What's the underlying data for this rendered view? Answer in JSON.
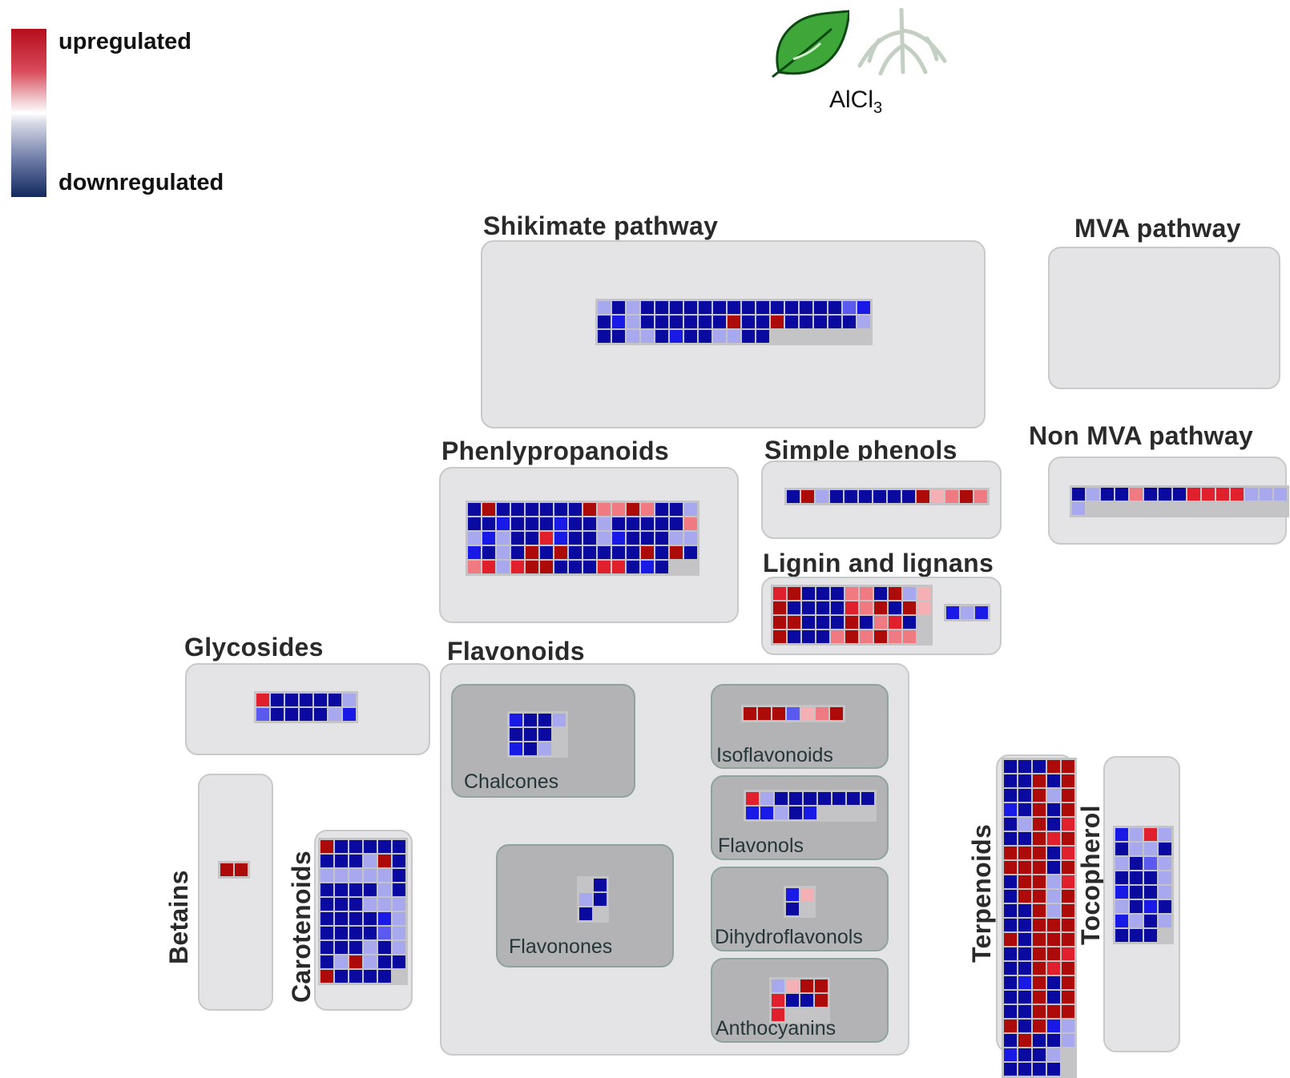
{
  "legend": {
    "up_label": "upregulated",
    "down_label": "downregulated"
  },
  "header": {
    "treatment": "AlCl",
    "treatment_sub": "3",
    "icons": [
      "leaf-icon",
      "root-icon"
    ]
  },
  "colors": {
    "D": "#0a0aa0",
    "B": "#1a1ae6",
    "M": "#5a5af0",
    "L": "#a8a8ee",
    "R": "#ad0a0a",
    "r": "#e0202c",
    "P": "#f07a82",
    "p": "#f4b0b4",
    "empty": "transparent"
  },
  "pathways": {
    "shikimate": {
      "title": "Shikimate pathway",
      "grid": [
        "LDLDDDDDDDDDDDDDDMB",
        "DBLDDDDDDRDDRDDDDDL",
        "DDLLDBDDLLDD......."
      ]
    },
    "mva": {
      "title": "MVA pathway"
    },
    "non_mva": {
      "title": "Non MVA pathway",
      "grid": [
        "DLDDPDDDrrrrLLL",
        "L.............."
      ]
    },
    "phenylpropanoids": {
      "title": "Phenlypropanoids",
      "grid": [
        "DRDDDDDDRPPRPDDL",
        "DDBDDDBDDLDDDDDP",
        "LBLDDrBDDLBDDDLL",
        "BDLDRDRDDDDDRDRD",
        "PrLrRRDDDrrDBD.."
      ]
    },
    "simple_phenols": {
      "title": "Simple phenols",
      "grid": [
        "DRLDDDDDDRpPRP"
      ]
    },
    "lignin": {
      "title": "Lignin and lignans",
      "grid": [
        "rRDDDPPDRLp",
        "RDDDDrPRDRp",
        "RRDDDRDPrD.",
        "RDDDPRPRPP."
      ],
      "grid2": [
        "BLB"
      ]
    },
    "glycosides": {
      "title": "Glycosides",
      "grid": [
        "rDDDDDL",
        "MDDDDLB"
      ]
    },
    "flavonoids": {
      "title": "Flavonoids",
      "chalcones": {
        "label": "Chalcones",
        "grid": [
          "BDDL",
          "DDD.",
          "BDL."
        ]
      },
      "isoflavonoids": {
        "label": "Isoflavonoids",
        "grid": [
          "RRRMpPR"
        ]
      },
      "flavonols": {
        "label": "Flavonols",
        "grid": [
          "rLDDDDDDD",
          "BBLDB...."
        ]
      },
      "flavanones": {
        "label": "Flavonones",
        "grid": [
          ".D",
          "LD",
          "D."
        ]
      },
      "dihydroflavonols": {
        "label": "Dihydroflavonols",
        "grid": [
          "Bp",
          "D."
        ]
      },
      "anthocyanins": {
        "label": "Anthocyanins",
        "grid": [
          "LpRR",
          "rDDR",
          "r..."
        ]
      }
    },
    "betains": {
      "title": "Betains",
      "grid": [
        "RR"
      ]
    },
    "carotenoids": {
      "title": "Carotenoids",
      "grid": [
        "RDDDDD",
        "DDDLRD",
        "LLLLLD",
        "DDDDLD",
        "DDDLLL",
        "DDDDBL",
        "DDDDML",
        "DDDLDL",
        "DLRLDD",
        "RDDDD."
      ]
    },
    "terpenoids": {
      "title": "Terpenoids",
      "grid": [
        "DDDRR",
        "DDRDR",
        "DDRLR",
        "BDRDR",
        "DLRDr",
        "DDRrR",
        "RRRDr",
        "RRRDR",
        "DRRLr",
        "DRRLR",
        "DDRLR",
        "DDRRR",
        "RDRRR",
        "DDRRr",
        "DDRrR",
        "DBRDR",
        "DDRDR",
        "DDRRR",
        "RDRBL",
        "DRDDL",
        "BDDL.",
        "DDDD."
      ]
    },
    "tocopherol": {
      "title": "Tocopherol",
      "grid": [
        "BLrL",
        "DLLD",
        "LDML",
        "DDDL",
        "BDDL",
        "LDBD",
        "BLDL",
        "DDD."
      ]
    }
  }
}
